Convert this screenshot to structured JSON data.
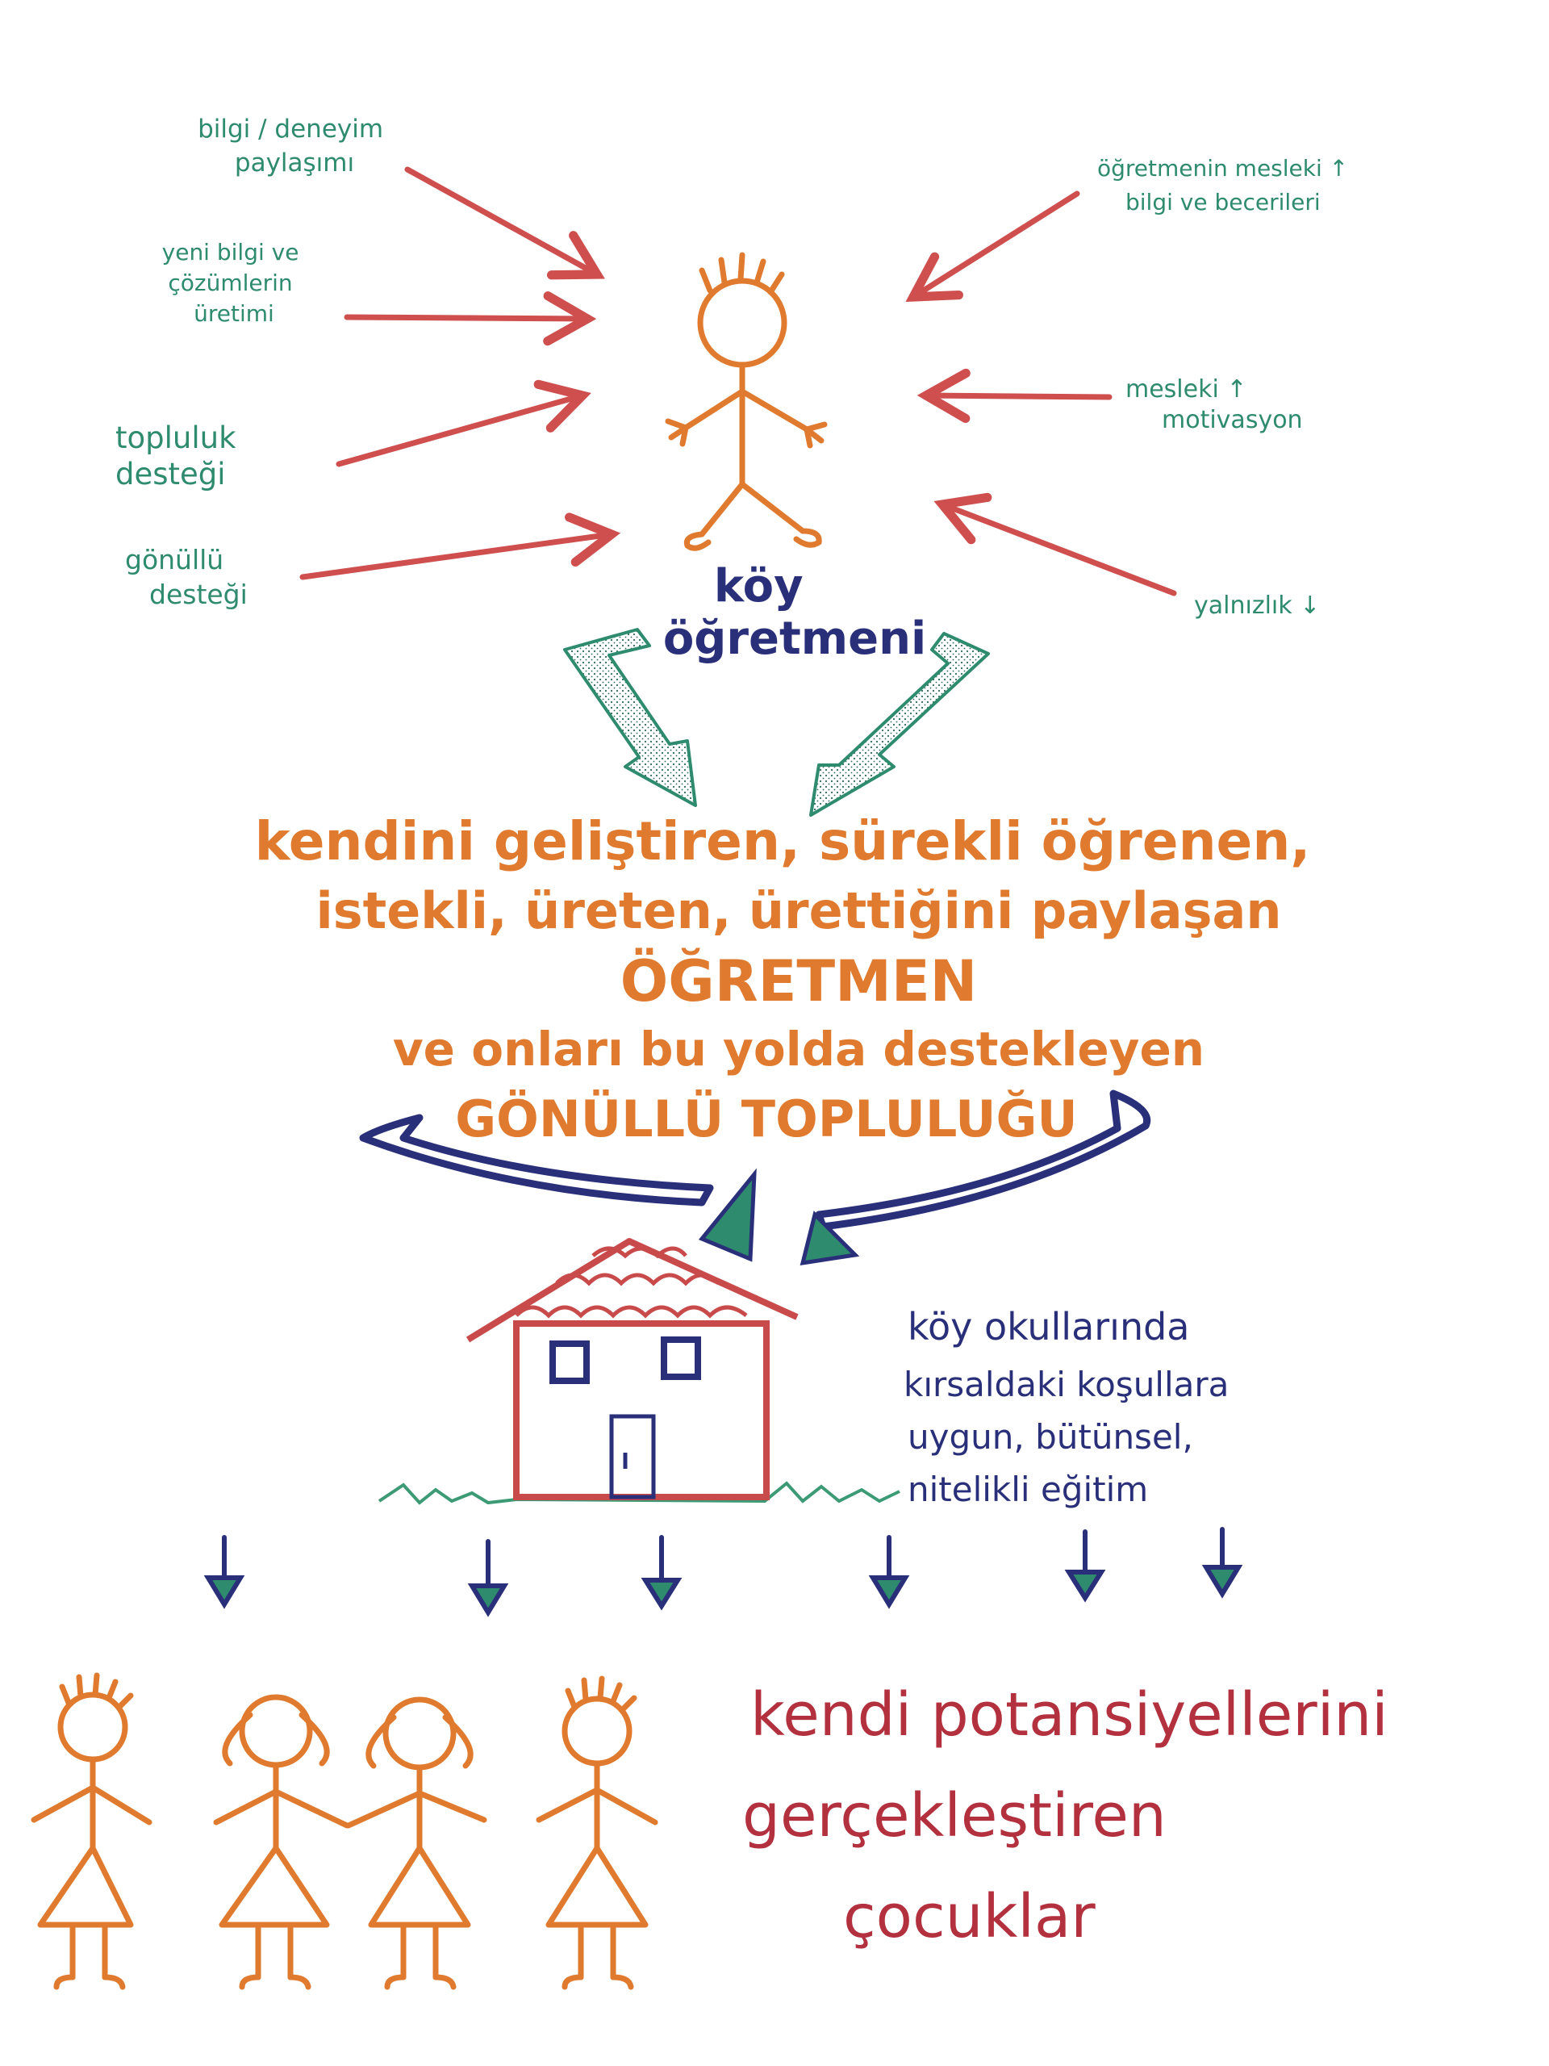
{
  "colors": {
    "red_arrow": "#cf4e4e",
    "green": "#2e8b6e",
    "navy": "#2a2f7a",
    "orange": "#e07a2e",
    "crimson": "#b3313e",
    "house": "#c94a4a",
    "grass": "#3c9a75"
  },
  "inputs_left": [
    {
      "lines": [
        "bilgi / deneyim",
        "paylaşımı"
      ]
    },
    {
      "lines": [
        "yeni bilgi ve",
        "çözümlerin",
        "üretimi"
      ]
    },
    {
      "lines": [
        "topluluk",
        "desteği"
      ]
    },
    {
      "lines": [
        "gönüllü",
        "desteği"
      ]
    }
  ],
  "inputs_right": [
    {
      "lines": [
        "öğretmenin mesleki ↑",
        "bilgi ve becerileri"
      ]
    },
    {
      "lines": [
        "mesleki ↑",
        "motivasyon"
      ]
    },
    {
      "lines": [
        "yalnızlık ↓"
      ]
    }
  ],
  "teacher_label": [
    "köy",
    "öğretmeni"
  ],
  "main_statement": [
    "kendini geliştiren, sürekli öğrenen,",
    "istekli, üreten, ürettiğini paylaşan",
    "ÖĞRETMEN",
    "ve onları bu yolda destekleyen",
    "GÖNÜLLÜ TOPLULUĞU"
  ],
  "school_text": [
    "köy okullarında",
    "kırsaldaki koşullara",
    "uygun, bütünsel,",
    "nitelikli eğitim"
  ],
  "children_text": [
    "kendi potansiyellerini",
    "gerçekleştiren",
    "çocuklar"
  ],
  "icons": {
    "teacher": "stick-figure-teacher-icon",
    "house": "school-house-icon",
    "child": "stick-figure-child-icon"
  }
}
